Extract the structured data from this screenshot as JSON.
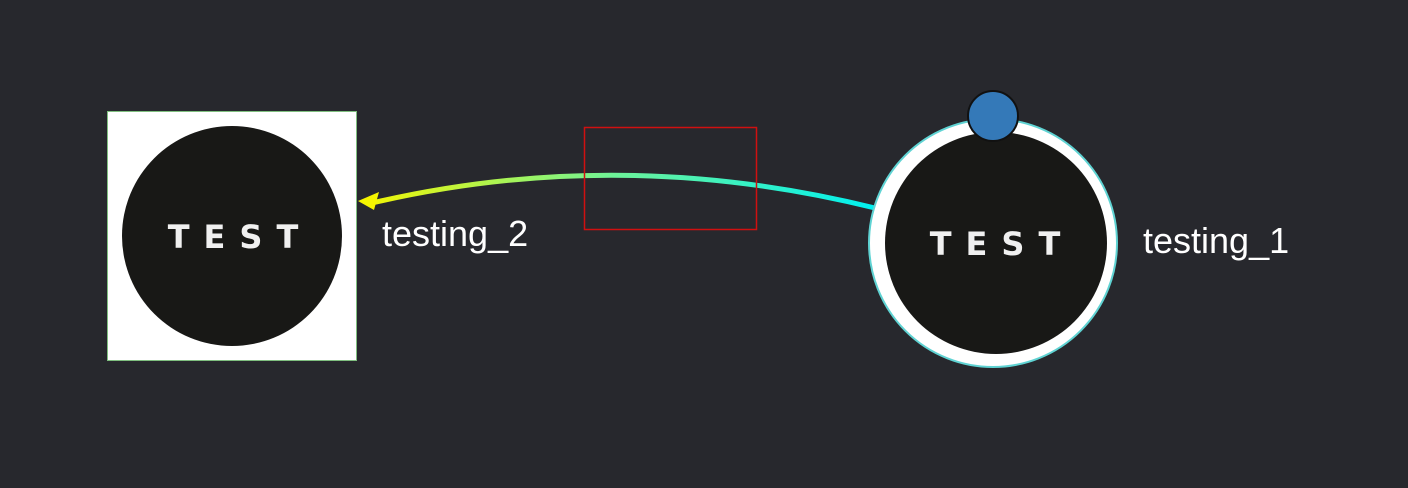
{
  "graph": {
    "background": "#27282d",
    "nodes": [
      {
        "id": "testing_2",
        "label": "testing_2",
        "shape": "square",
        "logo_text": "TEST",
        "border_color": "#7fbf7f"
      },
      {
        "id": "testing_1",
        "label": "testing_1",
        "shape": "circle",
        "logo_text": "TEST",
        "border_color": "#5fd3d3",
        "badge_color": "#3479b8"
      }
    ],
    "edges": [
      {
        "from": "testing_1",
        "to": "testing_2",
        "directed": true,
        "gradient": [
          "#f5f500",
          "#6cf39a",
          "#00f0f0"
        ]
      }
    ],
    "selection_box_color": "#d01010"
  }
}
